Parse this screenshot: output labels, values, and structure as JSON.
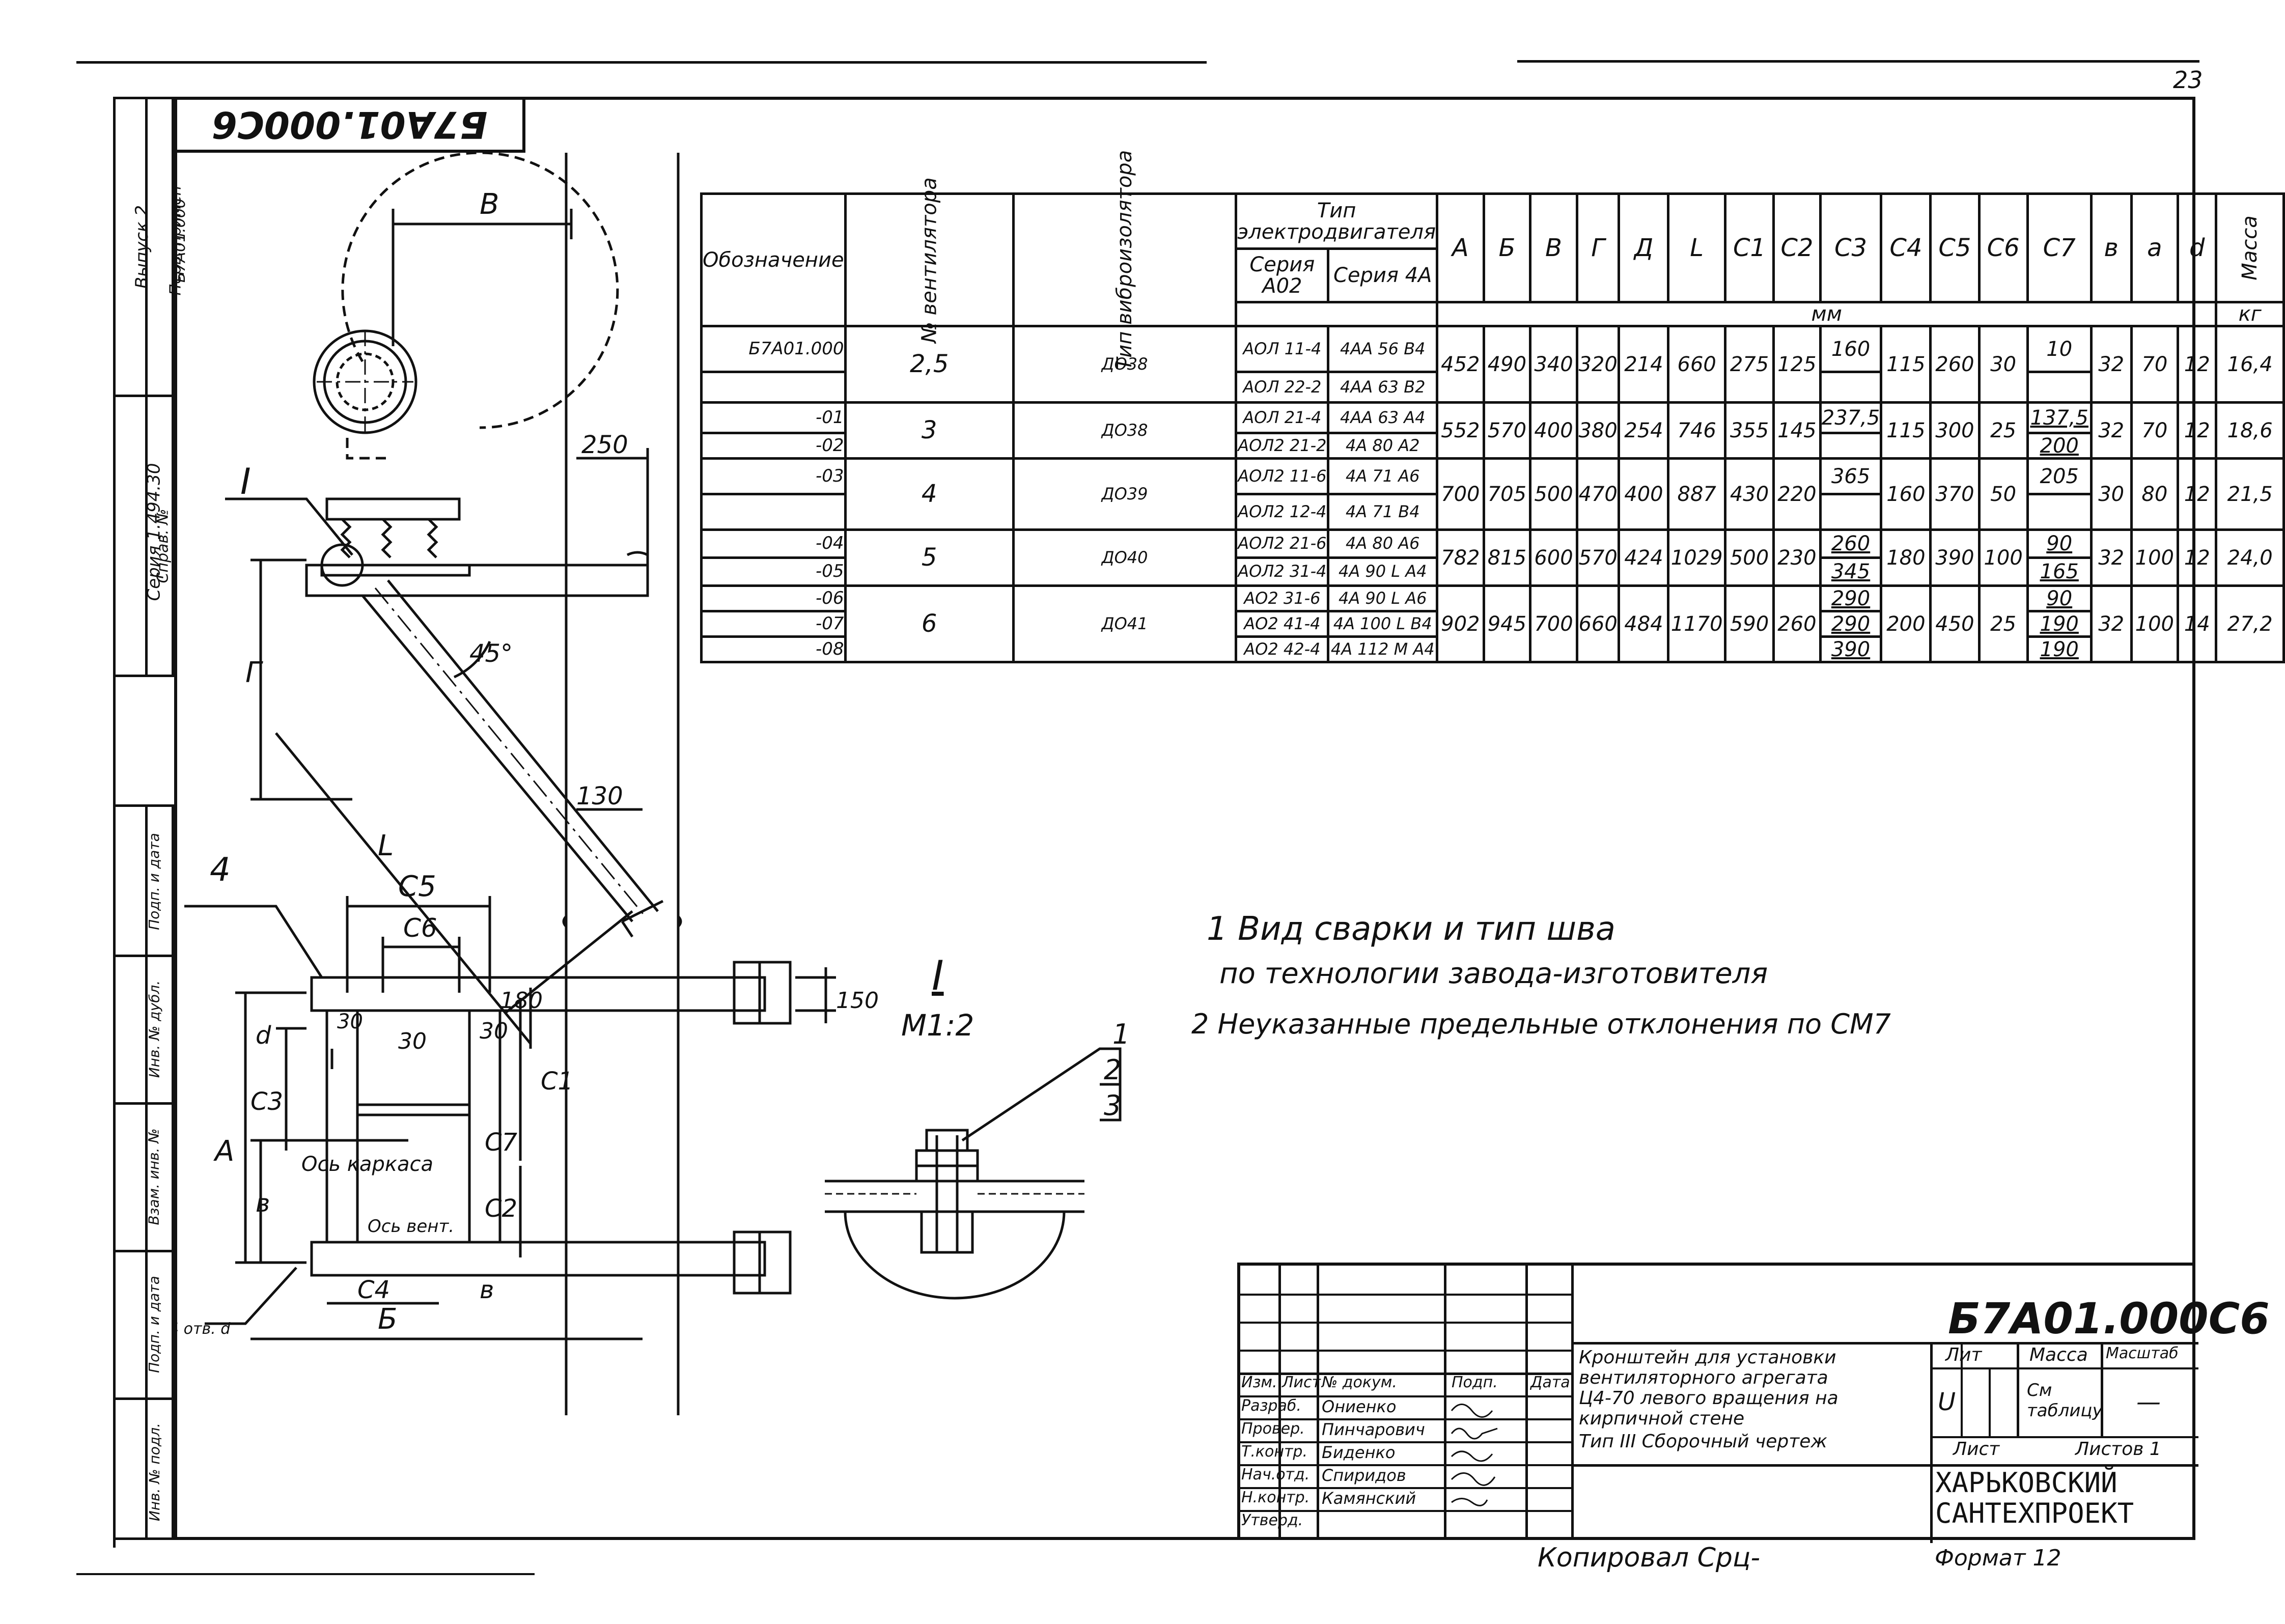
{
  "page_number": "23",
  "drawing_code": "Б7А01.000С6",
  "drawing_code_title": "Б7А01.000С6",
  "left_margin": {
    "series": "Серия 1.494.30",
    "issue": "Выпуск 2",
    "first_use_label": "Перв. примен",
    "first_use_value": "Б7А01.000",
    "sprav_label": "Справ. №",
    "stamp_fields": [
      "Инв. № подл.",
      "Подп. и дата",
      "Взам. инв. №",
      "Инв. № дубл.",
      "Подп. и дата"
    ]
  },
  "table": {
    "header_designation": "Обозначение",
    "header_fan_number": "№ вентилятора",
    "header_vibro": "Тип виброизолятора",
    "header_motor_type": "Тип электродвигателя",
    "header_series_a02": "Серия А02",
    "header_series_4a": "Серия 4А",
    "dim_headers": [
      "А",
      "Б",
      "В",
      "Г",
      "Д",
      "L",
      "C1",
      "C2",
      "C3",
      "C4",
      "C5",
      "C6",
      "C7",
      "в",
      "а",
      "d"
    ],
    "mass_header": "Масса",
    "unit_mm": "мм",
    "unit_kg": "кг",
    "rows": [
      {
        "designations": [
          "Б7А01.000"
        ],
        "fan": "2,5",
        "vibro": "ДО38",
        "a02": [
          "АОЛ 11-4",
          "АОЛ 22-2"
        ],
        "s4a": [
          "4АА 56 В4",
          "4АА 63 В2"
        ],
        "vals": [
          "452",
          "490",
          "340",
          "320",
          "214",
          "660",
          "275",
          "125",
          "160",
          "115",
          "260",
          "30",
          "10",
          "32",
          "70",
          "12",
          "16,4"
        ],
        "c3": [
          "160"
        ],
        "c7": [
          "10"
        ]
      },
      {
        "designations": [
          "-01",
          "-02"
        ],
        "fan": "3",
        "vibro": "ДО38",
        "a02": [
          "АОЛ 21-4",
          "АОЛ2 21-2"
        ],
        "s4a": [
          "4АА 63 А4",
          "4А 80 А2"
        ],
        "vals": [
          "552",
          "570",
          "400",
          "380",
          "254",
          "746",
          "355",
          "145",
          "237,5",
          "115",
          "300",
          "25",
          "137,5",
          "32",
          "70",
          "12",
          "18,6"
        ],
        "c3": [
          "237,5"
        ],
        "c7": [
          "137,5",
          "200"
        ]
      },
      {
        "designations": [
          "-03"
        ],
        "fan": "4",
        "vibro": "ДО39",
        "a02": [
          "АОЛ2 11-6",
          "АОЛ2 12-4"
        ],
        "s4a": [
          "4А 71 А6",
          "4А 71 В4"
        ],
        "vals": [
          "700",
          "705",
          "500",
          "470",
          "400",
          "887",
          "430",
          "220",
          "365",
          "160",
          "370",
          "50",
          "205",
          "30",
          "80",
          "12",
          "21,5"
        ],
        "c3": [
          "365"
        ],
        "c7": [
          "205"
        ]
      },
      {
        "designations": [
          "-04",
          "-05"
        ],
        "fan": "5",
        "vibro": "ДО40",
        "a02": [
          "АОЛ2 21-6",
          "АОЛ2 31-4"
        ],
        "s4a": [
          "4А 80 А6",
          "4А 90 L А4"
        ],
        "vals": [
          "782",
          "815",
          "600",
          "570",
          "424",
          "1029",
          "500",
          "230",
          "260",
          "180",
          "390",
          "100",
          "90",
          "32",
          "100",
          "12",
          "24,0"
        ],
        "c3": [
          "260",
          "345"
        ],
        "c7": [
          "90",
          "165"
        ]
      },
      {
        "designations": [
          "-06",
          "-07",
          "-08"
        ],
        "fan": "6",
        "vibro": "ДО41",
        "a02": [
          "АО2 31-6",
          "АО2 41-4",
          "АО2 42-4"
        ],
        "s4a": [
          "4А 90 L А6",
          "4А 100 L В4",
          "4А 112 М А4"
        ],
        "vals": [
          "902",
          "945",
          "700",
          "660",
          "484",
          "1170",
          "590",
          "260",
          "290",
          "200",
          "450",
          "25",
          "190",
          "32",
          "100",
          "14",
          "27,2"
        ],
        "c3": [
          "290",
          "290",
          "390"
        ],
        "c7": [
          "90",
          "190",
          "190"
        ]
      }
    ]
  },
  "notes": {
    "note1_line1": "1 Вид сварки и тип шва",
    "note1_line2": "по технологии завода-изготовителя",
    "note2": "2 Неуказанные предельные отклонения по СМ7"
  },
  "detail": {
    "label": "I",
    "scale": "М1:2",
    "callouts": [
      "1",
      "2",
      "3"
    ]
  },
  "drawing_labels": {
    "dim_b": "В",
    "dim_250": "250",
    "dim_130": "130",
    "dim_180": "180",
    "dim_150": "150",
    "angle": "45°",
    "dim_r": "Г",
    "dim_l": "L",
    "leader_i": "I",
    "leader_4": "4",
    "c5": "C5",
    "c6": "C6",
    "d": "d",
    "c3": "C3",
    "c1": "C1",
    "c7": "C7",
    "c2": "C2",
    "c4": "C4",
    "a": "А",
    "v": "в",
    "b": "Б",
    "d30a": "30",
    "d30b": "30",
    "d30c": "30",
    "axis_frame": "Ось каркаса",
    "axis_fan": "Ось вент.",
    "hole": "4 отв. d"
  },
  "title_block": {
    "title_lines": [
      "Кронштейн для установки",
      "вентиляторного агрегата",
      "Ц4-70 левого вращения на",
      "кирпичной стене",
      "Тип III Сборочный чертеж"
    ],
    "lit_label": "Лит",
    "mass_label": "Масса",
    "scale_label": "Масштаб",
    "lit_value": "U",
    "mass_value": "См таблицу",
    "scale_value": "—",
    "sheet_label": "Лист",
    "sheets_label": "Листов 1",
    "org_line1": "ХАРЬКОВСКИЙ",
    "org_line2": "САНТЕХПРОЕКТ",
    "rows_left": [
      "Изм.",
      "Разраб.",
      "Провер.",
      "Т.контр.",
      "Нач.отд.",
      "Н.контр.",
      "Утверд."
    ],
    "rows_sheet": [
      "Лист"
    ],
    "rows_docnum": [
      "№ докум.",
      "Ониенко",
      "Пинчарович",
      "Биденко",
      "Спиридов",
      "Камянский",
      ""
    ],
    "rows_sign": [
      "Подп.",
      "",
      "",
      "",
      "",
      "",
      ""
    ],
    "rows_date": [
      "Дата"
    ],
    "copied": "Копировал  Срц-",
    "format": "Формат 12"
  }
}
